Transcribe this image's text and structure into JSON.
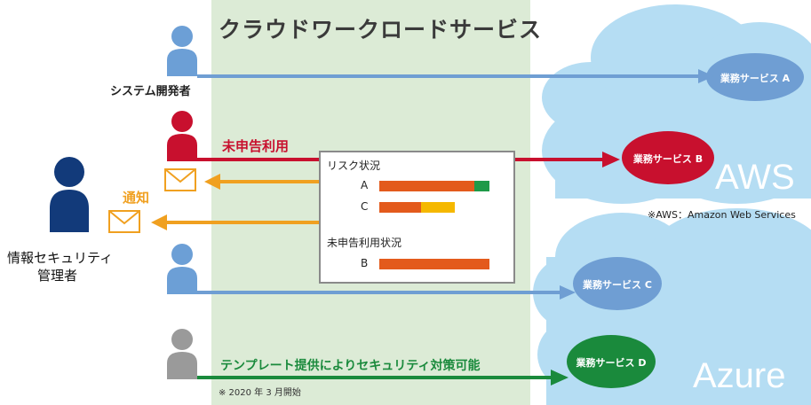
{
  "title": "クラウドワークロードサービス",
  "actors": {
    "developer": "システム開発者",
    "security_manager_line1": "情報セキュリティ",
    "security_manager_line2": "管理者"
  },
  "flows": {
    "unreported_use": "未申告利用",
    "notification": "通知",
    "template": "テンプレート提供によりセキュリティ対策可能",
    "template_note": "※ 2020 年 3 月開始"
  },
  "panel": {
    "risk_title": "リスク状況",
    "risk_rows": [
      {
        "label": "A",
        "segments": [
          {
            "color": "#e35a1c",
            "fraction": 0.86
          },
          {
            "color": "#1e9a48",
            "fraction": 0.14
          }
        ]
      },
      {
        "label": "C",
        "segments": [
          {
            "color": "#e35a1c",
            "fraction": 0.55
          },
          {
            "color": "#f5b800",
            "fraction": 0.45
          }
        ]
      }
    ],
    "unreported_title": "未申告利用状況",
    "unreported_rows": [
      {
        "label": "B",
        "segments": [
          {
            "color": "#e35a1c",
            "fraction": 1.0
          }
        ]
      }
    ]
  },
  "services": {
    "a": "業務サービス A",
    "b": "業務サービス B",
    "c": "業務サービス C",
    "d": "業務サービス D"
  },
  "clouds": {
    "aws": "AWS",
    "aws_note": "※AWS：Amazon Web Services",
    "azure": "Azure"
  },
  "colors": {
    "workload_area": "#dcebd6",
    "cloud": "#b5ddf3",
    "blue_arrow": "#6f9ed3",
    "red_arrow": "#c8102e",
    "orange_arrow": "#f0a020",
    "green_arrow": "#1a8a3c",
    "person_blue": "#6c9fd6",
    "person_red": "#c8102e",
    "person_gray": "#9a9a9a",
    "person_navy": "#123a7a"
  }
}
